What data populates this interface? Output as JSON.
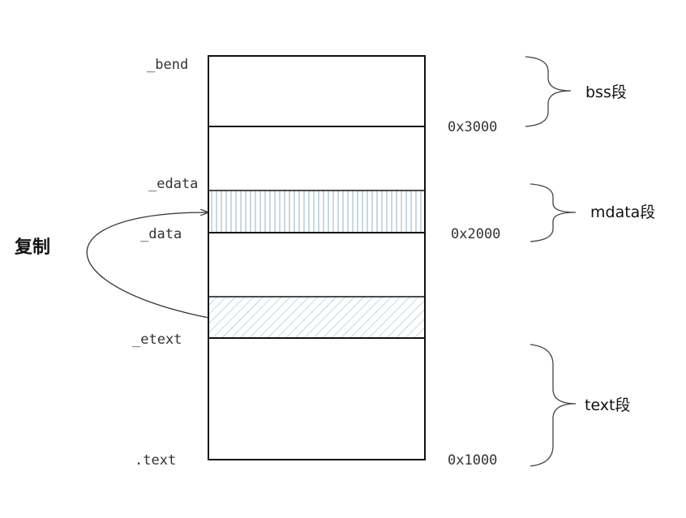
{
  "symbols": {
    "bend": "_bend",
    "edata": "_edata",
    "data": "_data",
    "etext": "_etext",
    "text": ".text"
  },
  "addresses": {
    "a3000": "0x3000",
    "a2000": "0x2000",
    "a1000": "0x1000"
  },
  "segments": {
    "bss": "bss段",
    "mdata": "mdata段",
    "text": "text段"
  },
  "copy_label": "复制"
}
